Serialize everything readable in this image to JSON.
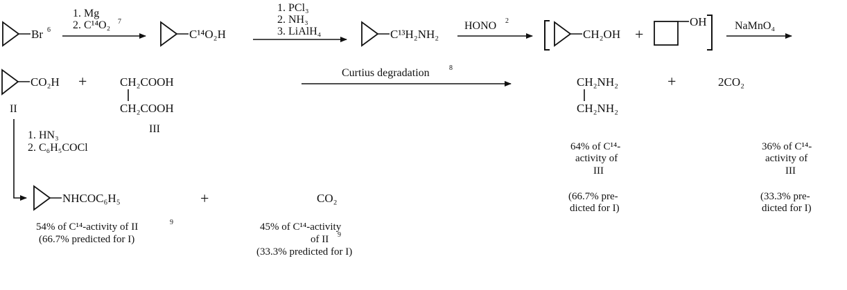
{
  "row1": {
    "start": "Br",
    "start_sup": "6",
    "arrow1": [
      "1.  Mg",
      "2.  C¹⁴O₂"
    ],
    "arrow1_sup": "7",
    "acid": "C¹⁴O₂H",
    "arrow2": [
      "1.  PCl₃",
      "2.  NH₃",
      "3.  LiAlH₄"
    ],
    "amine": "C¹³H₂NH₂",
    "arrow3": "HONO",
    "arrow3_sup": "2",
    "bracket_left": "[",
    "alcohol": "CH₂OH",
    "plus": "+",
    "cyclobutanol_oh": "OH",
    "bracket_right": "]",
    "arrow4": "NaMnO₄"
  },
  "row2": {
    "acid": "CO₂H",
    "plus1": "+",
    "succinic_top": "CH₂COOH",
    "succinic_bottom": "CH₂COOH",
    "label_II": "II",
    "label_III": "III",
    "curtius": "Curtius degradation",
    "curtius_sup": "8",
    "diamine_top": "CH₂NH₂",
    "diamine_bottom": "CH₂NH₂",
    "plus2": "+",
    "co2": "2CO₂",
    "diamine_activity": [
      "64% of C¹⁴-",
      "activity of",
      "III"
    ],
    "co2_activity": [
      "36% of C¹⁴-",
      "activity of",
      "III"
    ],
    "diamine_pred": [
      "(66.7% pre-",
      "dicted for I)"
    ],
    "co2_pred": [
      "(33.3% pre-",
      "dicted for I)"
    ]
  },
  "row3": {
    "reagents": [
      "1.  HN₃",
      "2.  C₆H₅COCl"
    ],
    "amide": "NHCOC₆H₅",
    "plus": "+",
    "co2": "CO₂",
    "amide_activity": "54% of C¹⁴-activity of II",
    "amide_sup": "9",
    "amide_pred": "(66.7% predicted for I)",
    "co2_activity": [
      "45% of C¹⁴-activity",
      "of II"
    ],
    "co2_sup": "9",
    "co2_pred": "(33.3% predicted for I)"
  }
}
